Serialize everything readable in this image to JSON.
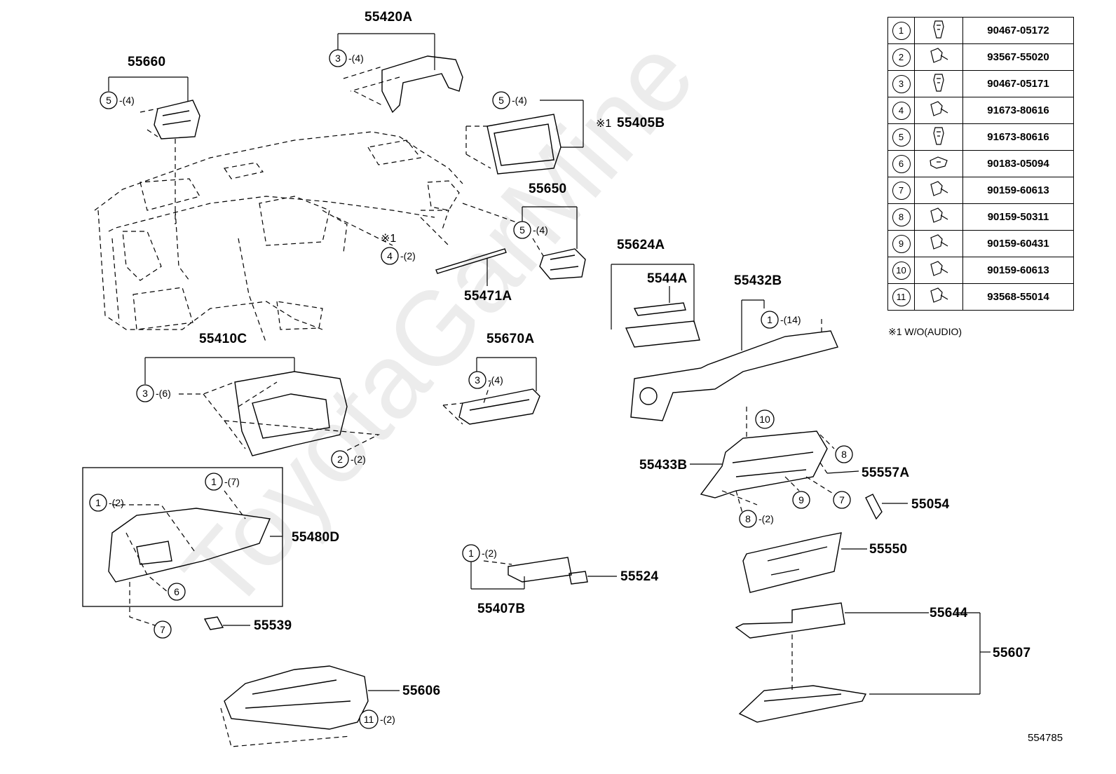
{
  "watermark": "ToyotaGarMine",
  "callout_prefix": "※1",
  "fastener_legend": [
    {
      "ref": "1",
      "icon": "clip-icon",
      "part_no": "90467-05172"
    },
    {
      "ref": "2",
      "icon": "screw-icon",
      "part_no": "93567-55020"
    },
    {
      "ref": "3",
      "icon": "clip-icon",
      "part_no": "90467-05171"
    },
    {
      "ref": "4",
      "icon": "screw-icon",
      "part_no": "91673-80616"
    },
    {
      "ref": "5",
      "icon": "clip-icon",
      "part_no": "91673-80616"
    },
    {
      "ref": "6",
      "icon": "nut-icon",
      "part_no": "90183-05094"
    },
    {
      "ref": "7",
      "icon": "screw-icon",
      "part_no": "90159-60613"
    },
    {
      "ref": "8",
      "icon": "screw-icon",
      "part_no": "90159-50311"
    },
    {
      "ref": "9",
      "icon": "screw-icon",
      "part_no": "90159-60431"
    },
    {
      "ref": "10",
      "icon": "screw-icon",
      "part_no": "90159-60613"
    },
    {
      "ref": "11",
      "icon": "screw-icon",
      "part_no": "93568-55014"
    }
  ],
  "legend_note": "※1 W/O(AUDIO)",
  "diagram_id": "554785",
  "part_labels": {
    "p55420A": "55420A",
    "p55660": "55660",
    "p55405B": "55405B",
    "p55650": "55650",
    "p55471A": "55471A",
    "p55624A": "55624A",
    "p5544A": "5544A",
    "p55432B": "55432B",
    "p55410C": "55410C",
    "p55670A": "55670A",
    "p55433B": "55433B",
    "p55557A": "55557A",
    "p55054": "55054",
    "p55480D": "55480D",
    "p55550": "55550",
    "p55524": "55524",
    "p55407B": "55407B",
    "p55644": "55644",
    "p55539": "55539",
    "p55607": "55607",
    "p55606": "55606"
  },
  "callouts": {
    "c55420A": {
      "ref": "3",
      "qty": "-(4)"
    },
    "c55660": {
      "ref": "5",
      "qty": "-(4)"
    },
    "c55405B": {
      "ref": "5",
      "qty": "-(4)"
    },
    "c55650": {
      "ref": "5",
      "qty": "-(4)"
    },
    "c55471A": {
      "ref": "4",
      "qty": "-(2)"
    },
    "c55432B": {
      "ref": "1",
      "qty": "-(14)"
    },
    "c55410C_a": {
      "ref": "3",
      "qty": "-(6)"
    },
    "c55410C_b": {
      "ref": "2",
      "qty": "-(2)"
    },
    "c55670A": {
      "ref": "3",
      "qty": "-(4)"
    },
    "c55433B_10": {
      "ref": "10",
      "qty": ""
    },
    "c55433B_8a": {
      "ref": "8",
      "qty": ""
    },
    "c55433B_9": {
      "ref": "9",
      "qty": ""
    },
    "c55433B_7": {
      "ref": "7",
      "qty": ""
    },
    "c55433B_8b": {
      "ref": "8",
      "qty": "-(2)"
    },
    "c55480D_1a": {
      "ref": "1",
      "qty": "-(7)"
    },
    "c55480D_1b": {
      "ref": "1",
      "qty": "-(2)"
    },
    "c55480D_6": {
      "ref": "6",
      "qty": ""
    },
    "c55480D_7": {
      "ref": "7",
      "qty": ""
    },
    "c55407B": {
      "ref": "1",
      "qty": "-(2)"
    },
    "c55606": {
      "ref": "11",
      "qty": "-(2)"
    }
  }
}
